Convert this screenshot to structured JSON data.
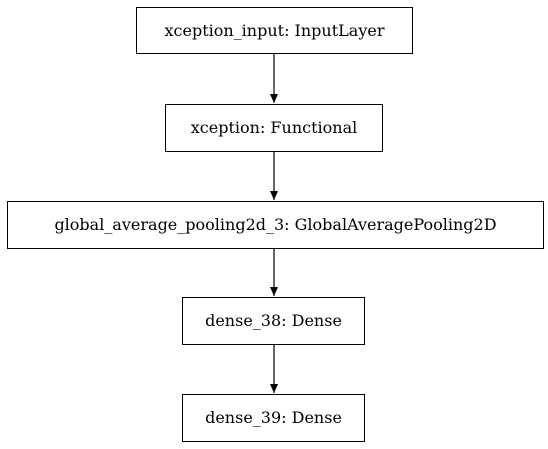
{
  "diagram": {
    "type": "model-graph",
    "nodes": [
      {
        "id": "n0",
        "label": "xception_input: InputLayer"
      },
      {
        "id": "n1",
        "label": "xception: Functional"
      },
      {
        "id": "n2",
        "label": "global_average_pooling2d_3: GlobalAveragePooling2D"
      },
      {
        "id": "n3",
        "label": "dense_38: Dense"
      },
      {
        "id": "n4",
        "label": "dense_39: Dense"
      }
    ],
    "edges": [
      {
        "from": "n0",
        "to": "n1"
      },
      {
        "from": "n1",
        "to": "n2"
      },
      {
        "from": "n2",
        "to": "n3"
      },
      {
        "from": "n3",
        "to": "n4"
      }
    ]
  }
}
